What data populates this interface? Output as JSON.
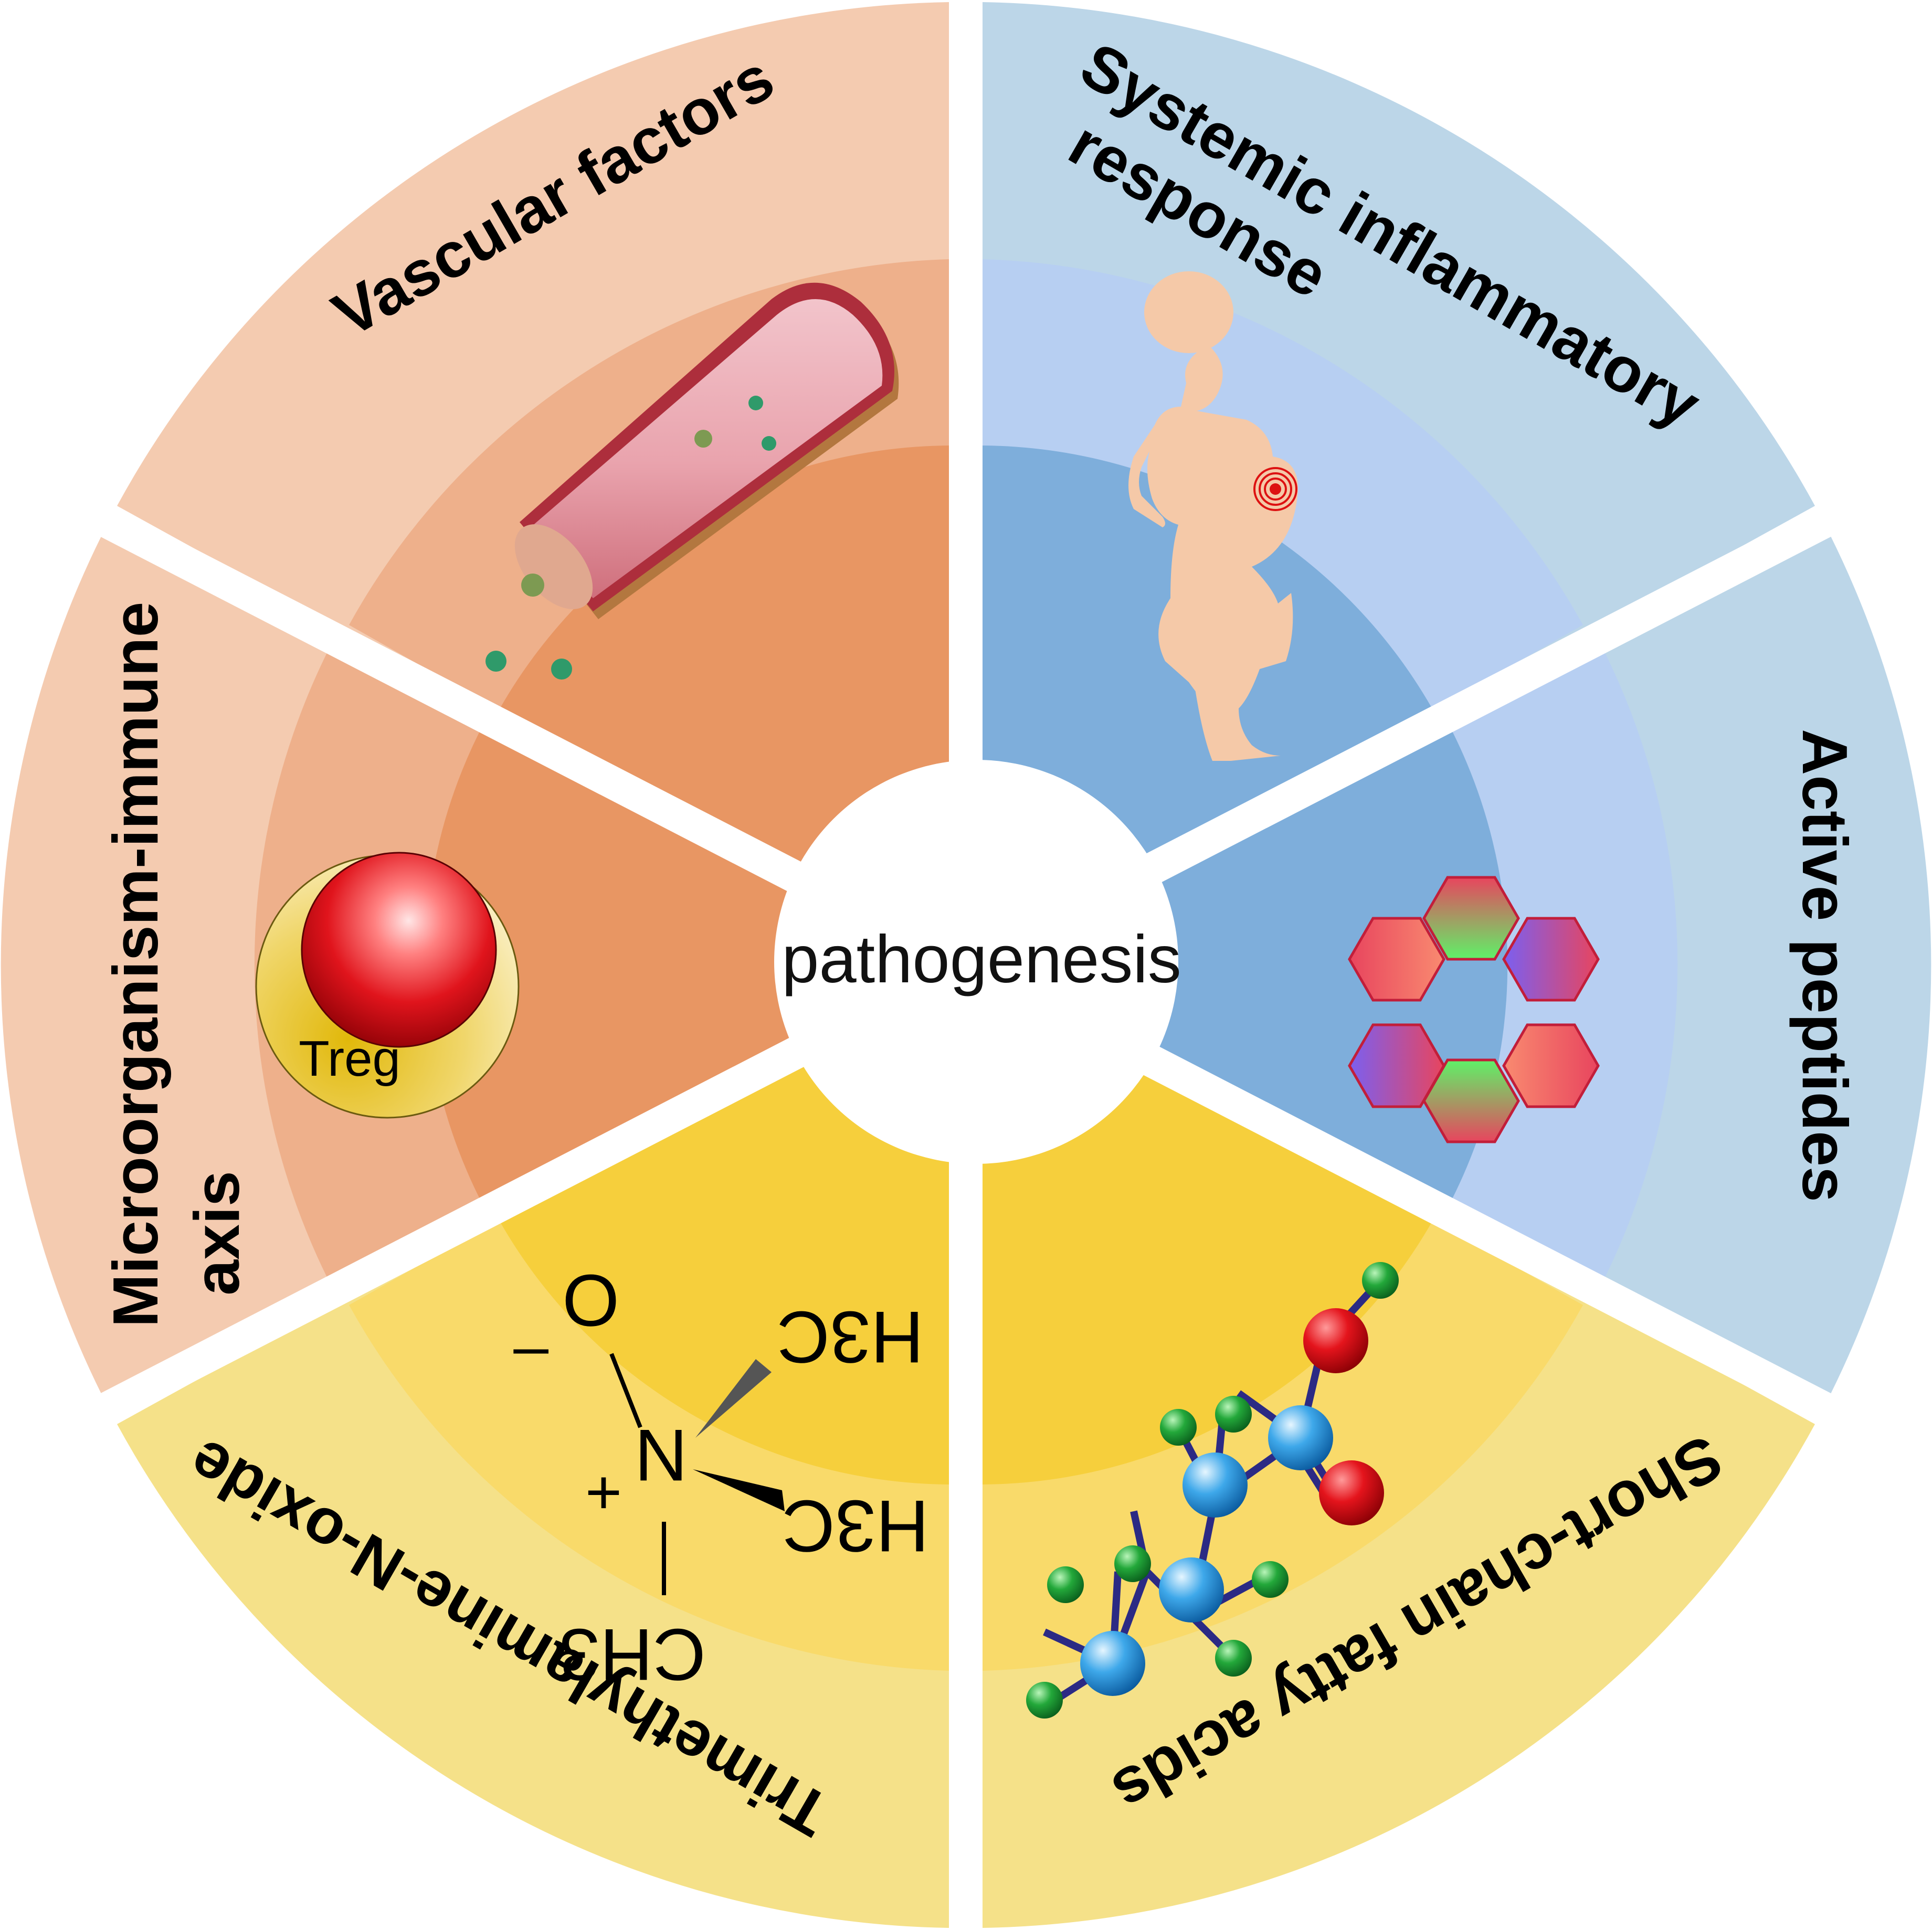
{
  "center": {
    "label": "pathogenesis"
  },
  "segments": [
    {
      "id": "vascular",
      "label": "Vascular factors",
      "colors": {
        "outer": "#f4cbb0",
        "middle": "#eeb08b",
        "inner": "#e89663"
      }
    },
    {
      "id": "systemic",
      "label_lines": [
        "Systemic inflammatory",
        "response"
      ],
      "colors": {
        "outer": "#bcd6e8",
        "middle": "#b7cff2",
        "inner": "#7eaedb"
      }
    },
    {
      "id": "peptides",
      "label": "Active peptides",
      "colors": {
        "outer": "#bcd6e8",
        "middle": "#b7cff2",
        "inner": "#7eaedb"
      }
    },
    {
      "id": "scfa",
      "label": "Short-chain fatty acids",
      "colors": {
        "outer": "#f5e189",
        "middle": "#f9da6a",
        "inner": "#f6cf3c"
      }
    },
    {
      "id": "tmao",
      "label": "Trimethylamine-N-oxide",
      "colors": {
        "outer": "#f5e189",
        "middle": "#f9da6a",
        "inner": "#f6cf3c"
      }
    },
    {
      "id": "microbe",
      "label_lines": [
        "Microorganism-immune",
        "axis"
      ],
      "colors": {
        "outer": "#f4cbb0",
        "middle": "#eeb08b",
        "inner": "#e89663"
      }
    }
  ],
  "treg": {
    "label": "Treg"
  },
  "tmao_structure": {
    "ch3_top": "CH3",
    "h3c_upper": "H3C",
    "h3c_lower": "H3C",
    "nitrogen": "N",
    "plus": "+",
    "oxygen": "O",
    "minus": "–"
  }
}
